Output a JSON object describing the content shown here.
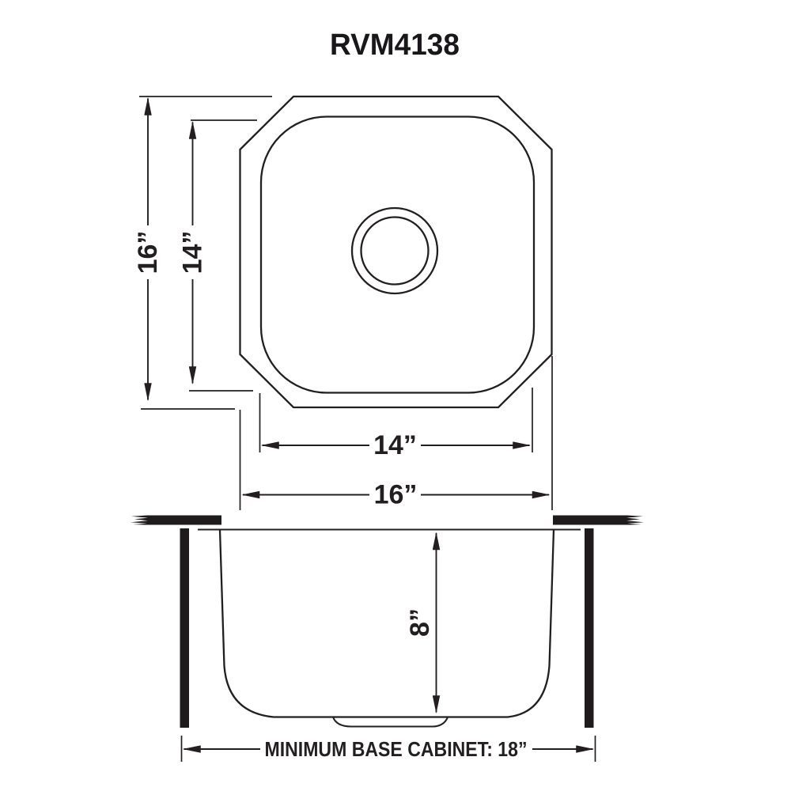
{
  "title": "RVM4138",
  "colors": {
    "line": "#231f20",
    "background": "#ffffff"
  },
  "top_view": {
    "outer_height_label": "16”",
    "inner_height_label": "14”",
    "inner_width_label": "14”",
    "outer_width_label": "16”"
  },
  "side_view": {
    "depth_label": "8”",
    "base_cabinet_label": "MINIMUM BASE CABINET: 18”"
  }
}
